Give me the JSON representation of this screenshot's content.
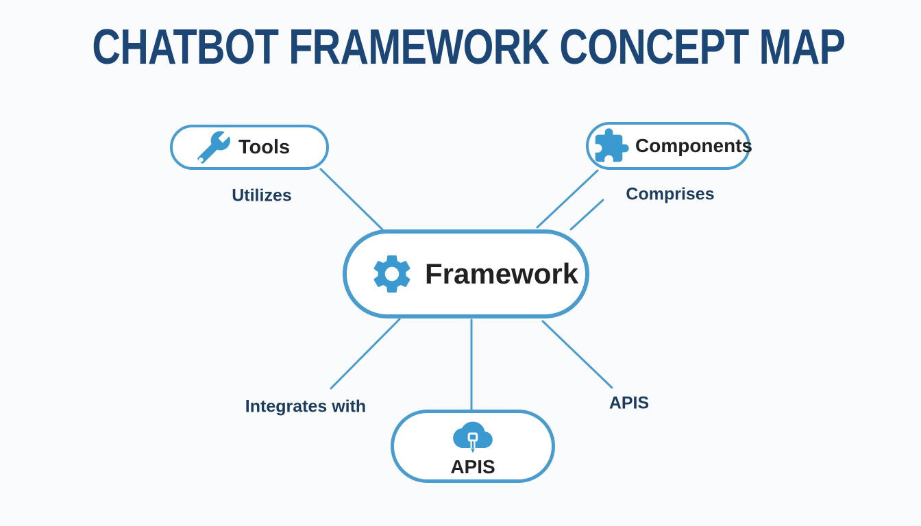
{
  "title": "CHATBOT FRAMEWORK CONCEPT MAP",
  "nodes": [
    {
      "id": "tools",
      "label": "Tools",
      "icon": "wrench-icon"
    },
    {
      "id": "components",
      "label": "Components",
      "icon": "puzzle-icon"
    },
    {
      "id": "framework",
      "label": "Framework",
      "icon": "gear-icon"
    },
    {
      "id": "apis",
      "label": "APIS",
      "icon": "cloud-plug-icon"
    }
  ],
  "edge_labels": [
    {
      "text": "Utilizes",
      "between": "Tools and Framework"
    },
    {
      "text": "Comprises",
      "between": "Components and Framework"
    },
    {
      "text": "Integrates with",
      "between": "Framework and bottom-left"
    },
    {
      "text": "APIS",
      "between": "Framework and bottom-right"
    }
  ],
  "colors": {
    "background": "#fafbfc",
    "node_border": "#4a9bce",
    "connector_line": "#4a9bce",
    "icon_blue": "#3a9ad0",
    "title_navy": "#1b4675",
    "edge_label_navy": "#1c3c5e",
    "node_text": "#212121",
    "node_fill": "#ffffff"
  }
}
